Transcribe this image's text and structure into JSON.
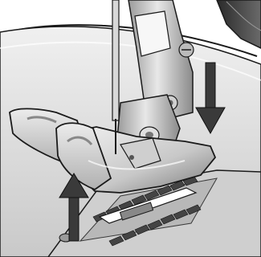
{
  "illustration": {
    "subject": "presser-foot",
    "arrows": [
      {
        "name": "down-arrow",
        "direction": "down"
      },
      {
        "name": "up-arrow",
        "direction": "up"
      }
    ],
    "colors": {
      "outline": "#1a1a1a",
      "metal_light": "#e9e9e9",
      "metal_mid": "#bdbdbd",
      "metal_dark": "#6e6e6e",
      "bed": "#d9d9d9",
      "bed_shadow": "#9a9a9a",
      "arrow": "#3a3a3a"
    }
  }
}
